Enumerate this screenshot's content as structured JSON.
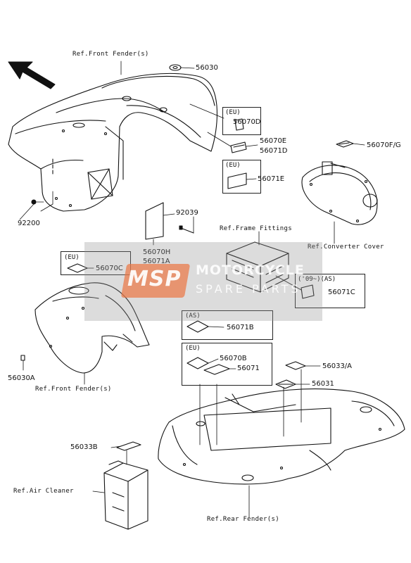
{
  "parts": {
    "p56030": "56030",
    "p56070D": "56070D",
    "p56070E": "56070E",
    "p56071D": "56071D",
    "p56071E": "56071E",
    "p56070FG": "56070F/G",
    "p92039": "92039",
    "p56070H": "56070H",
    "p56071A": "56071A",
    "p92200": "92200",
    "p56070C": "56070C",
    "p56071C": "56071C",
    "p56071B": "56071B",
    "p56070B": "56070B",
    "p56071": "56071",
    "p56033A": "56033/A",
    "p56031": "56031",
    "p56030A": "56030A",
    "p56033B": "56033B"
  },
  "refs": {
    "front_fender_top": "Ref.Front Fender(s)",
    "frame_fittings": "Ref.Frame Fittings",
    "converter_cover": "Ref.Converter Cover",
    "front_fender_bottom": "Ref.Front Fender(s)",
    "air_cleaner": "Ref.Air Cleaner",
    "rear_fender": "Ref.Rear Fender(s)"
  },
  "box_labels": {
    "eu": "(EU)",
    "as": "(AS)",
    "y09_as": "('09~)(AS)"
  },
  "watermark": {
    "logo": "MSP",
    "line1": "MOTORCYCLE",
    "line2": "SPARE PARTS"
  }
}
